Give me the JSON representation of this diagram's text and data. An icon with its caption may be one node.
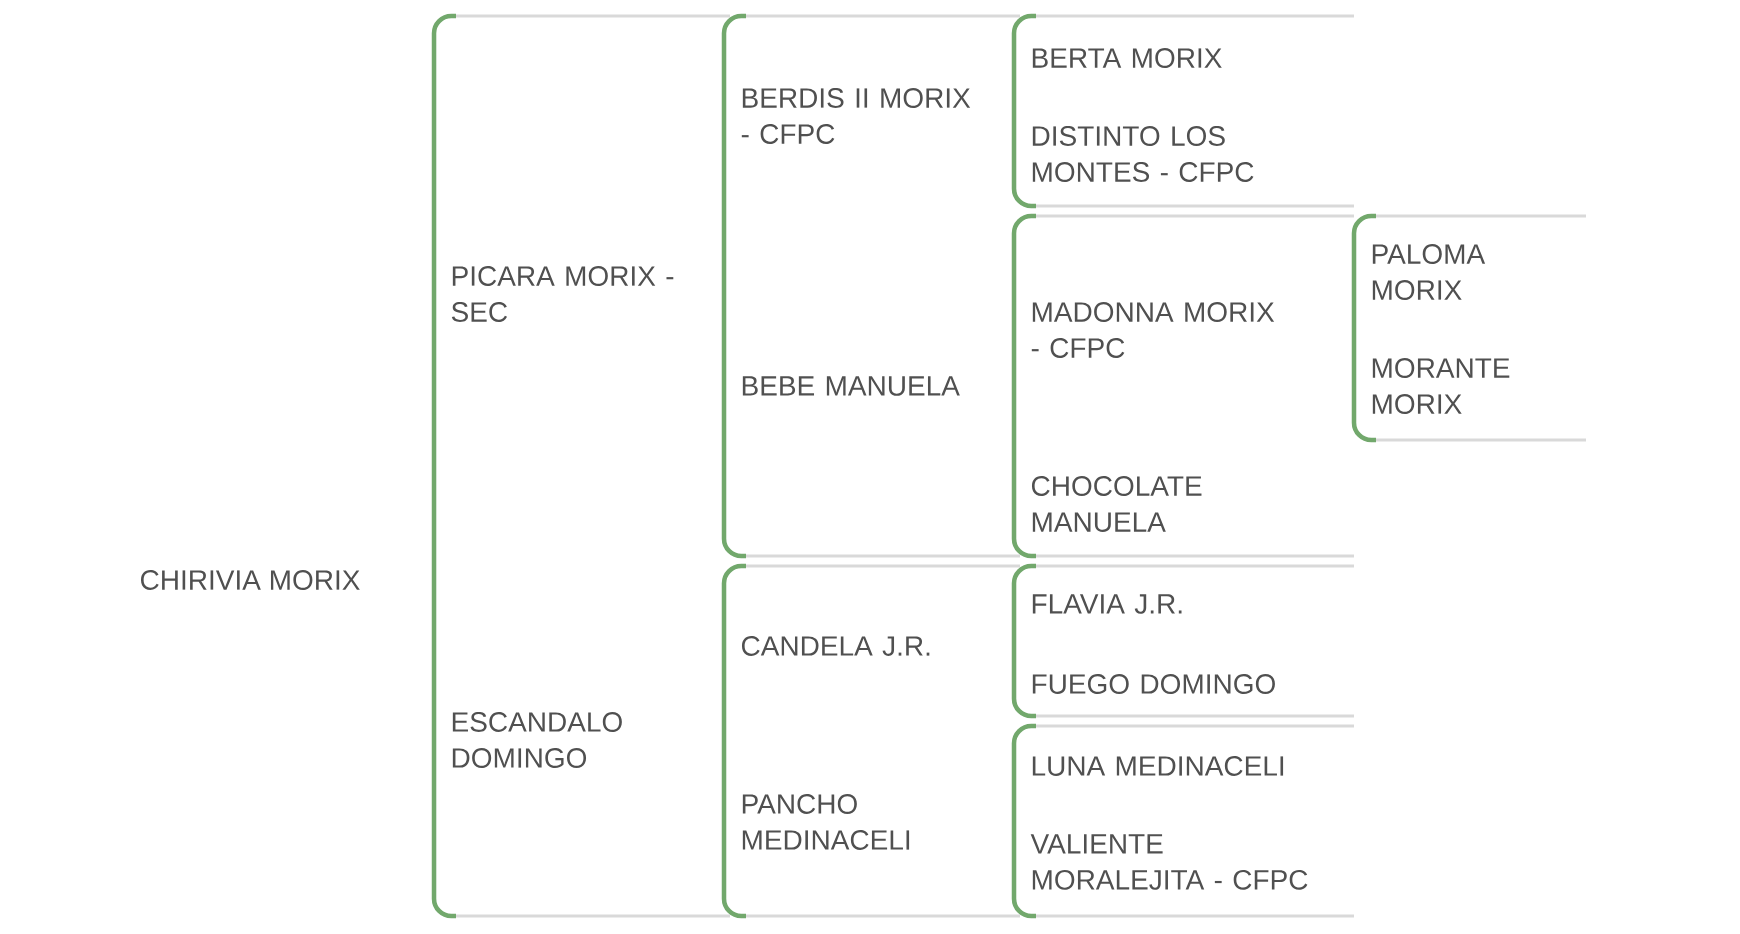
{
  "diagram": {
    "nodes": [
      {
        "text": [
          "PICARA MORIX - SEC",
          "ESCANDALO DOMINGO"
        ]
      },
      {
        "text": [
          "BERDIS II MORIX - CFPC",
          "BEBE MANUELA"
        ]
      },
      {
        "text": [
          "CANDELA J.R.",
          "PANCHO MEDINACELI"
        ]
      },
      {
        "text": [
          "BERTA MORIX",
          "DISTINTO LOS MONTES - CFPC"
        ]
      },
      {
        "text": [
          "MADONNA MORIX - CFPC",
          "CHOCOLATE MANUELA"
        ]
      },
      {
        "text": [
          "FLAVIA J.R.",
          "FUEGO DOMINGO"
        ]
      },
      {
        "text": [
          "LUNA MEDINACELI",
          "VALIENTE MORALEJITA - CFPC"
        ]
      },
      {
        "text": [
          "PALOMA MORIX",
          "MORANTE MORIX"
        ]
      }
    ],
    "labels": [
      "CHIRIVIA MORIX"
    ]
  }
}
